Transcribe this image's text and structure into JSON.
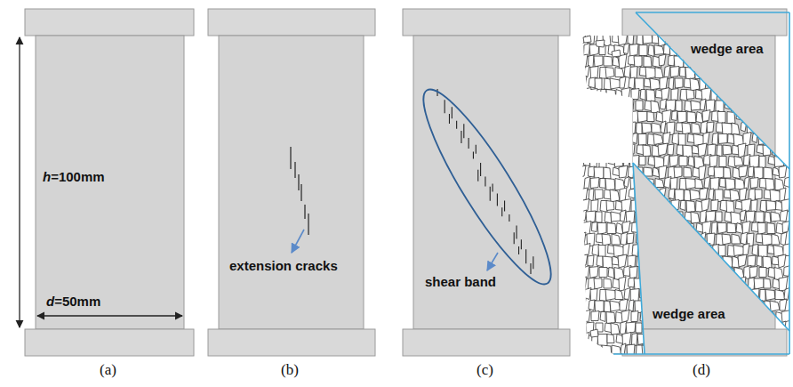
{
  "diagram": {
    "labels": [
      "h=100mm",
      "d=50mm",
      "(a)",
      "extension cracks",
      "(b)",
      "shear band",
      "(c)",
      "wedge area",
      "wedge area",
      "(d)"
    ]
  }
}
